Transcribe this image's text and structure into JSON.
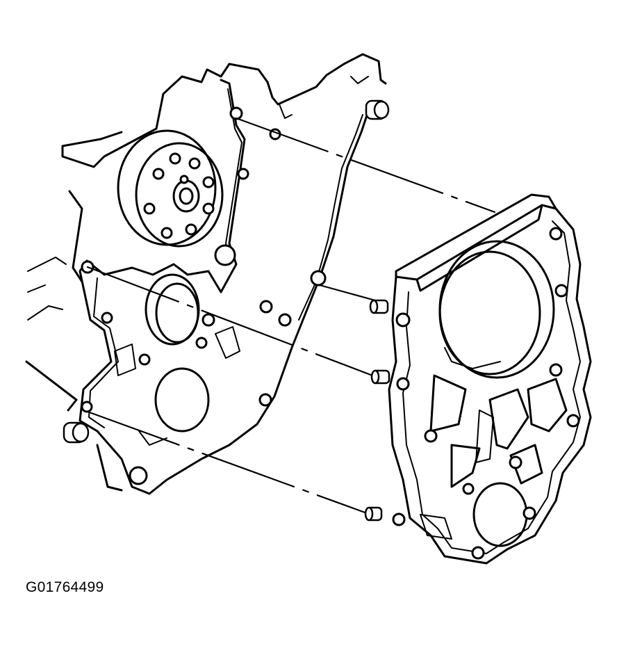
{
  "figure": {
    "code": "G01764499"
  },
  "colors": {
    "background": "#ffffff",
    "ink": "#000000"
  },
  "parts": {
    "engine_block": "engine-block-front",
    "gasket": "front-cover-gasket",
    "cover": "timing-chain-front-cover"
  }
}
